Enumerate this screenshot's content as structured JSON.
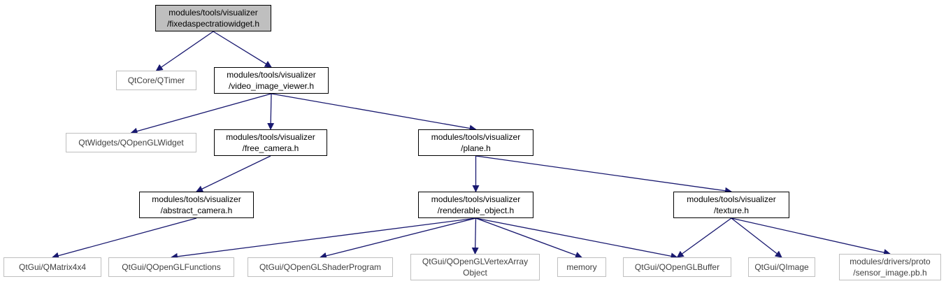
{
  "nodes": {
    "fixedaspectratiowidget": {
      "line1": "modules/tools/visualizer",
      "line2": "/fixedaspectratiowidget.h"
    },
    "qtimer": {
      "line1": "QtCore/QTimer"
    },
    "video_image_viewer": {
      "line1": "modules/tools/visualizer",
      "line2": "/video_image_viewer.h"
    },
    "qopenglwidget": {
      "line1": "QtWidgets/QOpenGLWidget"
    },
    "free_camera": {
      "line1": "modules/tools/visualizer",
      "line2": "/free_camera.h"
    },
    "plane": {
      "line1": "modules/tools/visualizer",
      "line2": "/plane.h"
    },
    "abstract_camera": {
      "line1": "modules/tools/visualizer",
      "line2": "/abstract_camera.h"
    },
    "renderable_object": {
      "line1": "modules/tools/visualizer",
      "line2": "/renderable_object.h"
    },
    "texture": {
      "line1": "modules/tools/visualizer",
      "line2": "/texture.h"
    },
    "qmatrix4x4": {
      "line1": "QtGui/QMatrix4x4"
    },
    "qopenglfunctions": {
      "line1": "QtGui/QOpenGLFunctions"
    },
    "qopenglshaderprogram": {
      "line1": "QtGui/QOpenGLShaderProgram"
    },
    "qopenglvertexarrayobject": {
      "line1": "QtGui/QOpenGLVertexArray",
      "line2": "Object"
    },
    "memory": {
      "line1": "memory"
    },
    "qopenglbuffer": {
      "line1": "QtGui/QOpenGLBuffer"
    },
    "qimage": {
      "line1": "QtGui/QImage"
    },
    "sensor_image": {
      "line1": "modules/drivers/proto",
      "line2": "/sensor_image.pb.h"
    }
  },
  "edges": [
    [
      "fixedaspectratiowidget",
      "qtimer"
    ],
    [
      "fixedaspectratiowidget",
      "video_image_viewer"
    ],
    [
      "video_image_viewer",
      "qopenglwidget"
    ],
    [
      "video_image_viewer",
      "free_camera"
    ],
    [
      "video_image_viewer",
      "plane"
    ],
    [
      "free_camera",
      "abstract_camera"
    ],
    [
      "abstract_camera",
      "qmatrix4x4"
    ],
    [
      "plane",
      "renderable_object"
    ],
    [
      "plane",
      "texture"
    ],
    [
      "renderable_object",
      "qopenglfunctions"
    ],
    [
      "renderable_object",
      "qopenglshaderprogram"
    ],
    [
      "renderable_object",
      "qopenglvertexarrayobject"
    ],
    [
      "renderable_object",
      "memory"
    ],
    [
      "renderable_object",
      "qopenglbuffer"
    ],
    [
      "texture",
      "qopenglbuffer"
    ],
    [
      "texture",
      "qimage"
    ],
    [
      "texture",
      "sensor_image"
    ]
  ],
  "colors": {
    "edge": "#191970",
    "root_fill": "#bfbfbf",
    "node_border": "#000000",
    "external_border": "#bfbfbf"
  }
}
